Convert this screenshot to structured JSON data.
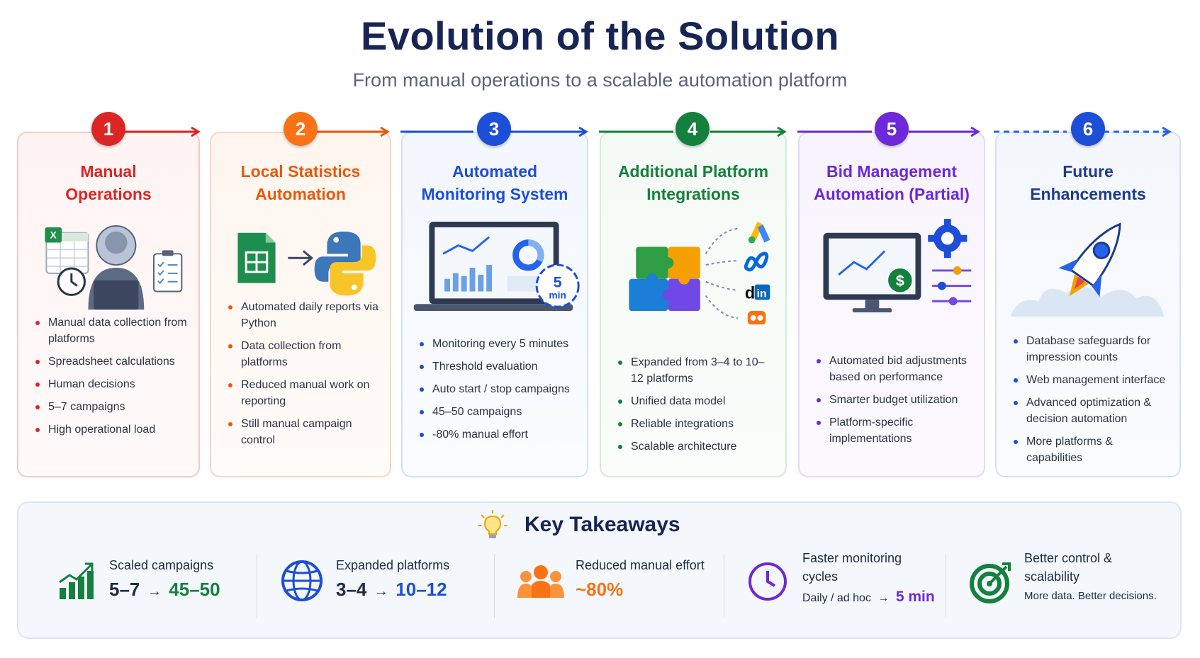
{
  "header": {
    "title": "Evolution of the Solution",
    "subtitle": "From manual operations to a scalable automation platform"
  },
  "stages": [
    {
      "number": "1",
      "title_line1": "Manual",
      "title_line2": "Operations",
      "color": "#dc2626",
      "bullets": [
        "Manual data collection from platforms",
        "Spreadsheet calculations",
        "Human decisions",
        "5–7 campaigns",
        "High operational load"
      ]
    },
    {
      "number": "2",
      "title_line1": "Local Statistics",
      "title_line2": "Automation",
      "color": "#ea580c",
      "bullets": [
        "Automated daily reports via Python",
        "Data collection from platforms",
        "Reduced manual work on reporting",
        "Still manual campaign control"
      ]
    },
    {
      "number": "3",
      "title_line1": "Automated",
      "title_line2": "Monitoring System",
      "color": "#1d4ed8",
      "bullets": [
        "Monitoring every 5 minutes",
        "Threshold evaluation",
        "Auto start / stop campaigns",
        "45–50 campaigns",
        "-80% manual effort"
      ],
      "timer_value": "5",
      "timer_unit": "min"
    },
    {
      "number": "4",
      "title_line1": "Additional Platform",
      "title_line2": "Integrations",
      "color": "#15803d",
      "bullets": [
        "Expanded from 3–4 to 10–12 platforms",
        "Unified data model",
        "Reliable integrations",
        "Scalable architecture"
      ]
    },
    {
      "number": "5",
      "title_line1": "Bid Management",
      "title_line2": "Automation (Partial)",
      "color": "#6d28d9",
      "bullets": [
        "Automated bid adjustments based on performance",
        "Smarter budget utilization",
        "Platform-specific implementations"
      ]
    },
    {
      "number": "6",
      "title_line1": "Future",
      "title_line2": "Enhancements",
      "color": "#1e3a8a",
      "bullets": [
        "Database safeguards for impression counts",
        "Web management interface",
        "Advanced optimization & decision automation",
        "More platforms & capabilities"
      ]
    }
  ],
  "takeaways": {
    "heading": "Key Takeaways",
    "items": [
      {
        "label": "Scaled campaigns",
        "from": "5–7",
        "arrow": "→",
        "to": "45–50",
        "icon": "growth-chart-icon",
        "color": "#15803d"
      },
      {
        "label": "Expanded platforms",
        "from": "3–4",
        "arrow": "→",
        "to": "10–12",
        "icon": "globe-icon",
        "color": "#1d4ed8"
      },
      {
        "label": "Reduced manual effort",
        "value": "~80%",
        "icon": "team-icon",
        "color": "#f97316"
      },
      {
        "label": "Faster monitoring cycles",
        "from": "Daily / ad hoc",
        "arrow": "→",
        "to": "5 min",
        "icon": "clock-icon",
        "color": "#6d28d9"
      },
      {
        "label": "Better control & scalability",
        "note": "More data. Better decisions.",
        "icon": "target-icon",
        "color": "#15803d"
      }
    ]
  }
}
